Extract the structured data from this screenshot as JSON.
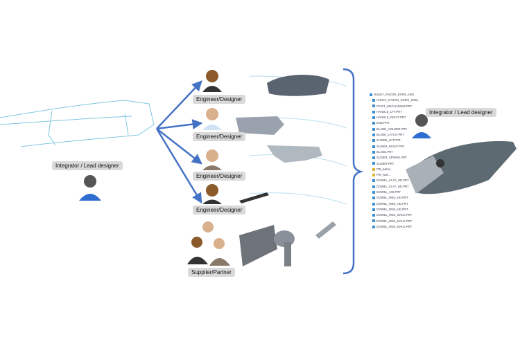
{
  "left": {
    "integrator_label": "Integrator / Lead designer"
  },
  "roles": [
    {
      "label": "Engineer/Designer"
    },
    {
      "label": "Engineer/Designer"
    },
    {
      "label": "Engineer/Designer"
    },
    {
      "label": "Engineer/Designer"
    },
    {
      "label": "Supplier/Partner"
    }
  ],
  "right": {
    "integrator_label": "Integrator / Lead designer"
  },
  "files": [
    "HUSKY_RAZOR_KNIFE.ASM",
    "HUSKY_RAZOR_KNIFE_SKEL.PRT",
    "PIVOT_MECHANISM.PRT",
    "HANDLE_LFT.PRT",
    "HANDLE_RIGHT.PRT",
    "END.PRT",
    "BLADE_HOLDER.PRT",
    "BLADE_LATCH.PRT",
    "SLIDER_LFT.PRT",
    "SLIDER_RIGHT.PRT",
    "BLADE.PRT",
    "SLIDER_SPRING.PRT",
    "SLIDER.PRT",
    "PIN_Mass...",
    "PIN_Mal...",
    "DOWEL_FLAT_HD.PRT",
    "DOWEL_FLAT_HD.PRT",
    "DOWEL_100.PRT",
    "DOWEL_RND_HD.PRT",
    "DOWEL_RND_HD.PRT",
    "DOWEL_RND_HD.PRT",
    "DOWEL_RND_MALE.PRT",
    "DOWEL_RND_MALE.PRT",
    "DOWEL_RND_MALE.PRT"
  ],
  "colors": {
    "arrow": "#4472c4",
    "sketch": "#7fc6e0",
    "part": "#5a6470"
  }
}
